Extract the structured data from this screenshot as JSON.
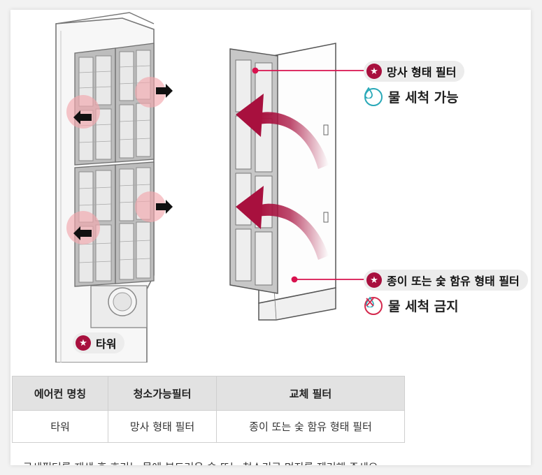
{
  "callouts": {
    "mesh_filter": "망사 형태 필터",
    "washable": "물 세척 가능",
    "paper_filter": "종이 또는 숯 함유 형태 필터",
    "no_wash": "물 세척 금지",
    "tower": "타워"
  },
  "table": {
    "headers": [
      "에어컨 명칭",
      "청소가능필터",
      "교체 필터"
    ],
    "rows": [
      [
        "타워",
        "망사 형태 필터",
        "종이 또는 숯 함유 형태 필터"
      ]
    ]
  },
  "footnote": "• 극세필터를 재생 후 호기는 물에 부드러운 솔 또는 청소기로 먼지를 제거해 주세요.",
  "colors": {
    "accent": "#a8103e",
    "washable": "#2aa9b8",
    "prohibit": "#d42a4e",
    "callout_line": "#d8124e"
  },
  "icons": [
    "star-badge-icon",
    "water-drop-icon",
    "no-water-icon",
    "arrow-icon"
  ]
}
